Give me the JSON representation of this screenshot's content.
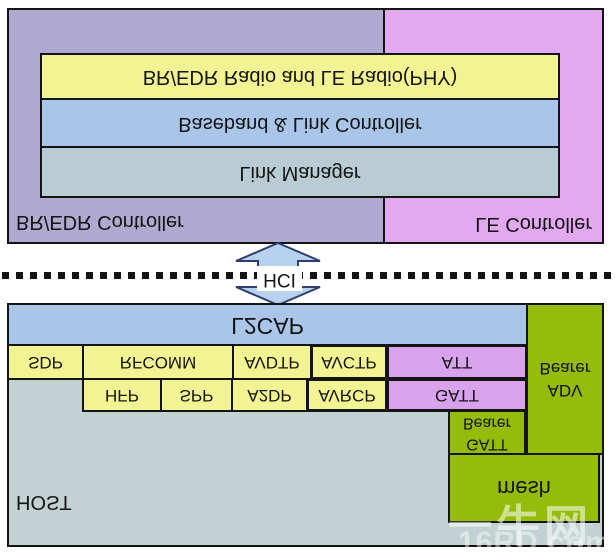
{
  "diagram": {
    "orientation": "vertically-flipped",
    "controller": {
      "br_edr_controller_label": "BR/EDR Controller",
      "le_controller_label": "LE Controller",
      "radio_layer": "BR/EDR Radio and LE Radio(PHY)",
      "baseband_layer": "Baseband & Link Controller",
      "link_manager_layer": "Link Manager"
    },
    "hci": {
      "label": "HCI"
    },
    "host": {
      "host_label": "HOST",
      "l2cap_label": "L2CAP",
      "protocols": [
        "SDP",
        "RFCOMM",
        "AVDTP",
        "AVCTP",
        "ATT"
      ],
      "profiles": [
        "HFP",
        "SPP",
        "A2DP",
        "AVRCP",
        "GATT"
      ],
      "adv_bearer_label": "ADV\nBearer",
      "gatt_bearer_label": "GATT\nBearer",
      "mesh_label": "mesh"
    }
  },
  "watermark": {
    "site_name": "一牛网",
    "site_url": "16RD.com"
  },
  "colors": {
    "br_edr_controller_bg": "#b1aad0",
    "le_controller_bg": "#e2a8f0",
    "radio_layer_bg": "#f2f393",
    "baseband_layer_bg": "#a9c6e8",
    "link_manager_bg": "#b9ccd3",
    "host_bg": "#c2d1d1",
    "l2cap_bg": "#a9c6e8",
    "profile_cell_bg": "#f2f393",
    "att_gatt_bg": "#d9a2ec",
    "mesh_green_bg": "#95bc0b",
    "hci_arrow_fill": "#b7d2ec",
    "hci_arrow_stroke": "#2e3d6e",
    "border": "#141414"
  }
}
